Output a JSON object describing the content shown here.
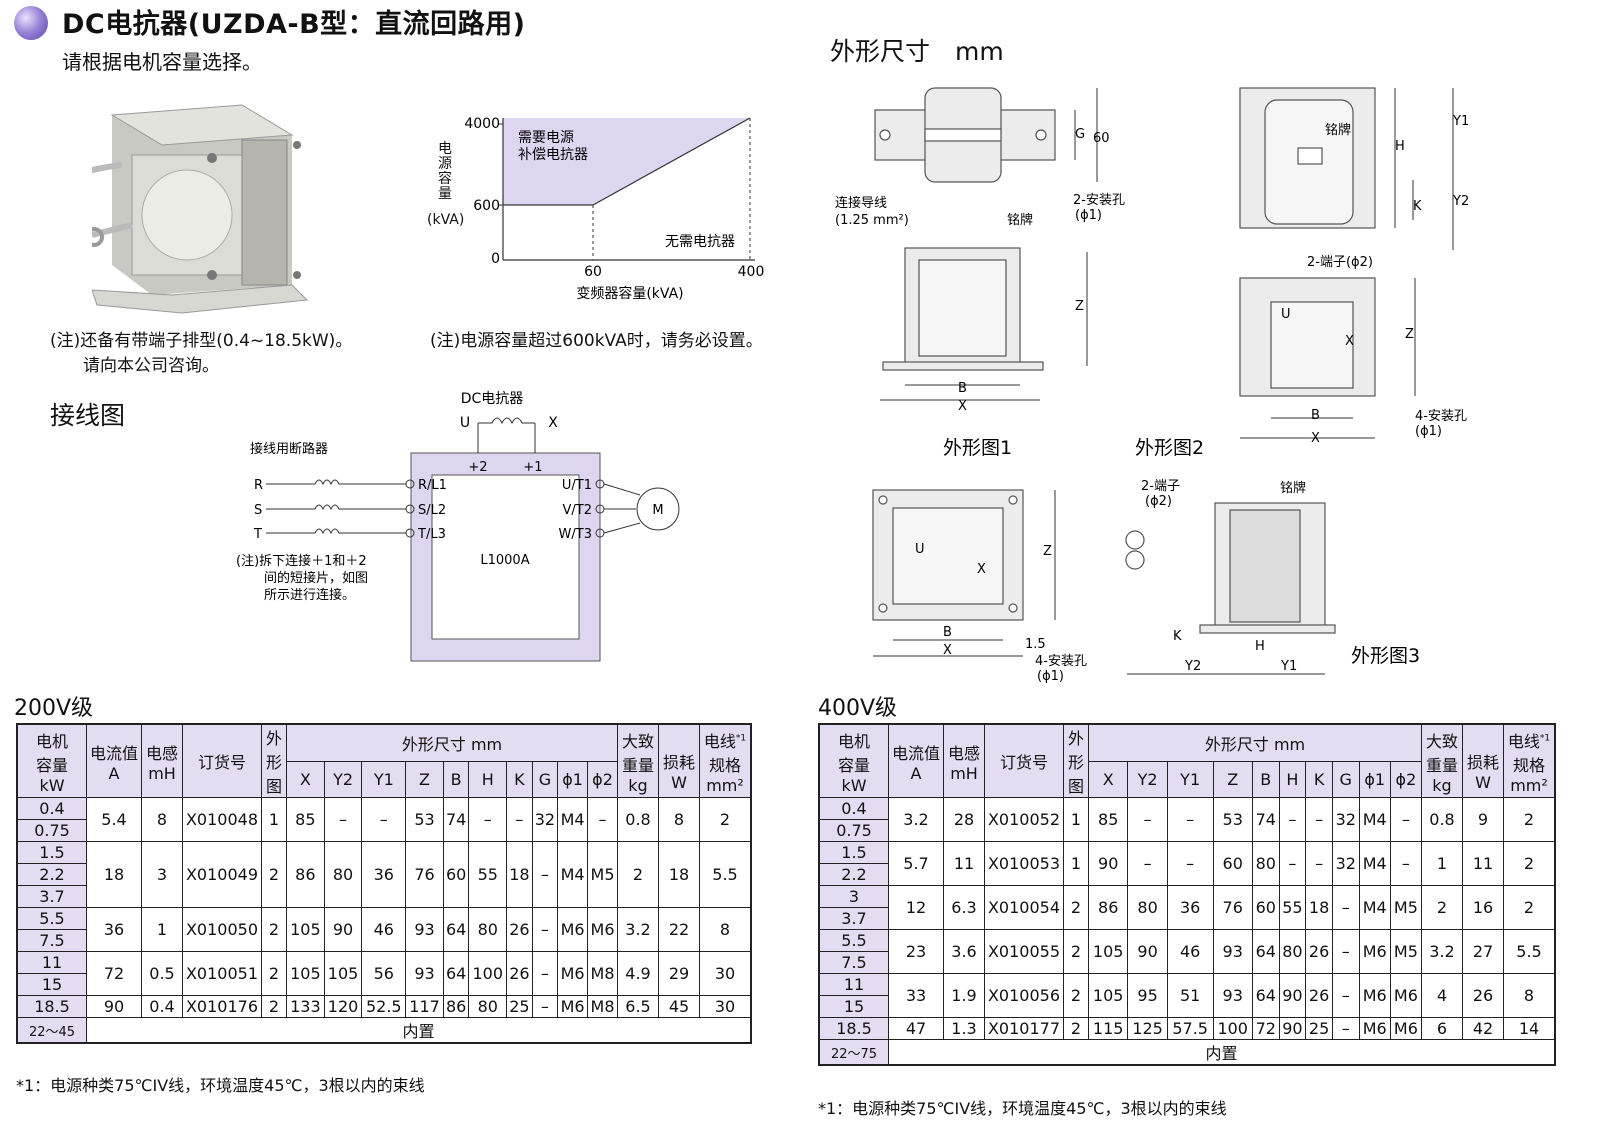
{
  "header": {
    "title": "DC电抗器(UZDA-B型：直流回路用)",
    "subtitle": "请根据电机容量选择。"
  },
  "notes": {
    "photo_note_1": "(注)还备有带端子排型(0.4~18.5kW)。",
    "photo_note_2": "请向本公司咨询。",
    "graph_note": "(注)电源容量超过600kVA时，请务必设置。"
  },
  "graph": {
    "ylabel_chars": [
      "电",
      "源",
      "容",
      "量"
    ],
    "yunit": "(kVA)",
    "xlabel": "变频器容量(kVA)",
    "yticks": [
      "4000",
      "600",
      "0"
    ],
    "xticks": [
      "60",
      "400"
    ],
    "region_required": [
      "需要电源",
      "补偿电抗器"
    ],
    "region_not_required": "无需电抗器"
  },
  "wiring": {
    "title": "接线图",
    "breaker_label": "接线用断路器",
    "reactor_label": "DC电抗器",
    "u": "U",
    "x": "X",
    "plus2": "+2",
    "plus1": "+1",
    "inputs": [
      "R",
      "S",
      "T"
    ],
    "in_terms": [
      "R/L1",
      "S/L2",
      "T/L3"
    ],
    "out_terms": [
      "U/T1",
      "V/T2",
      "W/T3"
    ],
    "motor": "M",
    "model": "L1000A",
    "note": [
      "(注)拆下连接＋1和＋2",
      "间的短接片，如图",
      "所示进行连接。"
    ]
  },
  "outline": {
    "title": "外形尺寸　mm",
    "fig1": "外形图1",
    "fig2": "外形图2",
    "fig3": "外形图3",
    "lead_wire": "连接导线",
    "lead_wire_size": "(1.25 mm²)",
    "nameplate": "铭牌",
    "mount2": "2-安装孔",
    "phi1": "(ϕ1)",
    "mount4": "4-安装孔",
    "term2": "2-端子(ϕ2)",
    "term2a": "2-端子",
    "phi2": "(ϕ2)",
    "dims": {
      "G": "G",
      "sixty": "60",
      "Z": "Z",
      "B": "B",
      "X": "X",
      "Y1": "Y1",
      "Y2": "Y2",
      "H": "H",
      "K": "K",
      "U": "U",
      "one5": "1.5"
    }
  },
  "table_header": {
    "motor": [
      "电机",
      "容量",
      "kW"
    ],
    "current": [
      "电流值",
      "A"
    ],
    "inductance": [
      "电感",
      "mH"
    ],
    "order": "订货号",
    "shape": [
      "外",
      "形",
      "图"
    ],
    "dims": "外形尺寸 mm",
    "dim_cols": [
      "X",
      "Y2",
      "Y1",
      "Z",
      "B",
      "H",
      "K",
      "G",
      "ϕ1",
      "ϕ2"
    ],
    "weight": [
      "大致",
      "重量",
      "kg"
    ],
    "loss": [
      "损耗",
      "W"
    ],
    "wire": [
      "电线",
      "规格",
      "mm²"
    ],
    "wire_sup": "*1",
    "mm2_sup": "2"
  },
  "table200": {
    "title": "200V级",
    "groups": [
      {
        "kw": [
          "0.4",
          "0.75"
        ],
        "vals": [
          "5.4",
          "8",
          "X010048",
          "1",
          "85",
          "–",
          "–",
          "53",
          "74",
          "–",
          "–",
          "32",
          "M4",
          "–",
          "0.8",
          "8",
          "2"
        ]
      },
      {
        "kw": [
          "1.5",
          "2.2",
          "3.7"
        ],
        "vals": [
          "18",
          "3",
          "X010049",
          "2",
          "86",
          "80",
          "36",
          "76",
          "60",
          "55",
          "18",
          "–",
          "M4",
          "M5",
          "2",
          "18",
          "5.5"
        ]
      },
      {
        "kw": [
          "5.5",
          "7.5"
        ],
        "vals": [
          "36",
          "1",
          "X010050",
          "2",
          "105",
          "90",
          "46",
          "93",
          "64",
          "80",
          "26",
          "–",
          "M6",
          "M6",
          "3.2",
          "22",
          "8"
        ]
      },
      {
        "kw": [
          "11",
          "15"
        ],
        "vals": [
          "72",
          "0.5",
          "X010051",
          "2",
          "105",
          "105",
          "56",
          "93",
          "64",
          "100",
          "26",
          "–",
          "M6",
          "M8",
          "4.9",
          "29",
          "30"
        ]
      },
      {
        "kw": [
          "18.5"
        ],
        "vals": [
          "90",
          "0.4",
          "X010176",
          "2",
          "133",
          "120",
          "52.5",
          "117",
          "86",
          "80",
          "25",
          "–",
          "M6",
          "M8",
          "6.5",
          "45",
          "30"
        ]
      }
    ],
    "builtin_kw": "22～45",
    "builtin": "内置",
    "footnote": "*1：电源种类75℃IV线，环境温度45℃，3根以内的束线"
  },
  "table400": {
    "title": "400V级",
    "groups": [
      {
        "kw": [
          "0.4",
          "0.75"
        ],
        "vals": [
          "3.2",
          "28",
          "X010052",
          "1",
          "85",
          "–",
          "–",
          "53",
          "74",
          "–",
          "–",
          "32",
          "M4",
          "–",
          "0.8",
          "9",
          "2"
        ]
      },
      {
        "kw": [
          "1.5",
          "2.2"
        ],
        "vals": [
          "5.7",
          "11",
          "X010053",
          "1",
          "90",
          "–",
          "–",
          "60",
          "80",
          "–",
          "–",
          "32",
          "M4",
          "–",
          "1",
          "11",
          "2"
        ]
      },
      {
        "kw": [
          "3",
          "3.7"
        ],
        "vals": [
          "12",
          "6.3",
          "X010054",
          "2",
          "86",
          "80",
          "36",
          "76",
          "60",
          "55",
          "18",
          "–",
          "M4",
          "M5",
          "2",
          "16",
          "2"
        ]
      },
      {
        "kw": [
          "5.5",
          "7.5"
        ],
        "vals": [
          "23",
          "3.6",
          "X010055",
          "2",
          "105",
          "90",
          "46",
          "93",
          "64",
          "80",
          "26",
          "–",
          "M6",
          "M5",
          "3.2",
          "27",
          "5.5"
        ]
      },
      {
        "kw": [
          "11",
          "15"
        ],
        "vals": [
          "33",
          "1.9",
          "X010056",
          "2",
          "105",
          "95",
          "51",
          "93",
          "64",
          "90",
          "26",
          "–",
          "M6",
          "M6",
          "4",
          "26",
          "8"
        ]
      },
      {
        "kw": [
          "18.5"
        ],
        "vals": [
          "47",
          "1.3",
          "X010177",
          "2",
          "115",
          "125",
          "57.5",
          "100",
          "72",
          "90",
          "25",
          "–",
          "M6",
          "M6",
          "6",
          "42",
          "14"
        ]
      }
    ],
    "builtin_kw": "22～75",
    "builtin": "内置",
    "footnote": "*1：电源种类75℃IV线，环境温度45℃，3根以内的束线"
  }
}
